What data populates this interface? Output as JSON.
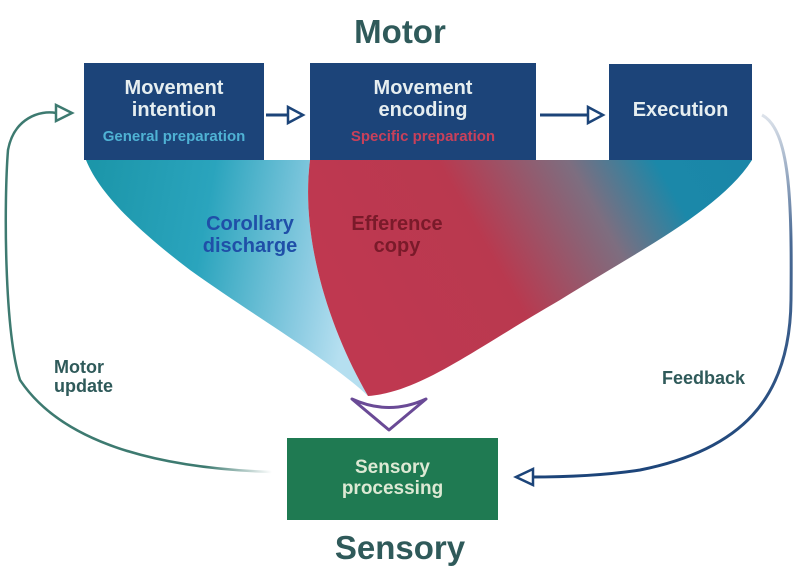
{
  "headings": {
    "top": "Motor",
    "bottom": "Sensory"
  },
  "boxes": [
    {
      "id": "movement-intention",
      "title_line1": "Movement",
      "title_line2": "intention",
      "subtitle": "General preparation"
    },
    {
      "id": "movement-encoding",
      "title_line1": "Movement",
      "title_line2": "encoding",
      "subtitle": "Specific preparation"
    },
    {
      "id": "execution",
      "title_line1": "Execution",
      "title_line2": "",
      "subtitle": ""
    },
    {
      "id": "sensory-processing",
      "title_line1": "Sensory",
      "title_line2": "processing",
      "subtitle": ""
    }
  ],
  "funnel_labels": {
    "corollary_line1": "Corollary",
    "corollary_line2": "discharge",
    "efference_line1": "Efference",
    "efference_line2": "copy"
  },
  "loop_labels": {
    "motor_update_line1": "Motor",
    "motor_update_line2": "update",
    "feedback": "Feedback"
  },
  "colors": {
    "heading": "#2f5a5a",
    "motor_box": "#1c4479",
    "sensory_box": "#1f7a52",
    "general_preparation": "#4fb2d4",
    "specific_preparation": "#c9405a",
    "corollary_text": "#1f4fa8",
    "efference_text": "#7a1a2a",
    "funnel_teal": "#1b94aa",
    "funnel_light": "#a8d8ec",
    "funnel_red": "#c0374e",
    "funnel_blue": "#1a86a8",
    "motor_update_arrow": "#3d7a70",
    "feedback_arrow": "#1c4479",
    "convergence_marker": "#6a4a96"
  }
}
